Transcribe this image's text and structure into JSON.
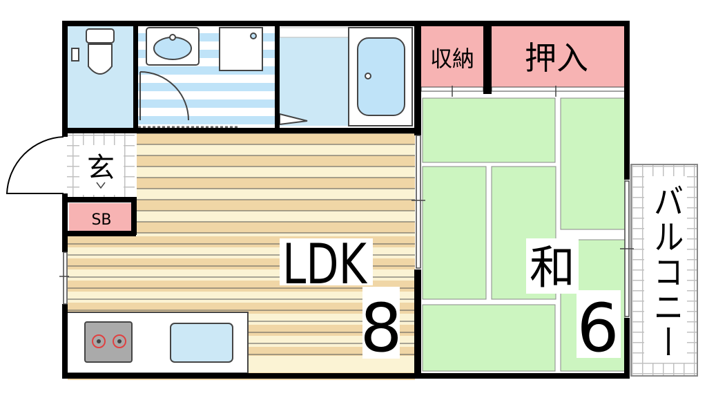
{
  "rooms": {
    "ldk": {
      "label": "LDK",
      "size": "8"
    },
    "washitsu": {
      "label": "和",
      "size": "6"
    },
    "storage": {
      "label": "収納"
    },
    "oshiire": {
      "label": "押入"
    },
    "entrance": {
      "label": "玄"
    },
    "shoe_box": {
      "label": "SB"
    },
    "balcony": {
      "label": "バルコニー"
    }
  },
  "colors": {
    "wall": "#000000",
    "tile_blue": "#cce8f6",
    "stripe_blue": "#bfe3f8",
    "floor_wood": "#f0d6a6",
    "floor_light": "#fbf3d4",
    "tatami": "#ccf5c0",
    "storage_pink": "#f7b3b3",
    "grid_gray": "#d0d0d0",
    "counter_gray": "#aaaaaa",
    "sink_blue": "#cce8f6"
  },
  "icons": [
    "toilet-icon",
    "washbasin-icon",
    "washing-machine-icon",
    "bathtub-icon",
    "door-swing-icon",
    "stove-icon",
    "kitchen-sink-icon"
  ]
}
